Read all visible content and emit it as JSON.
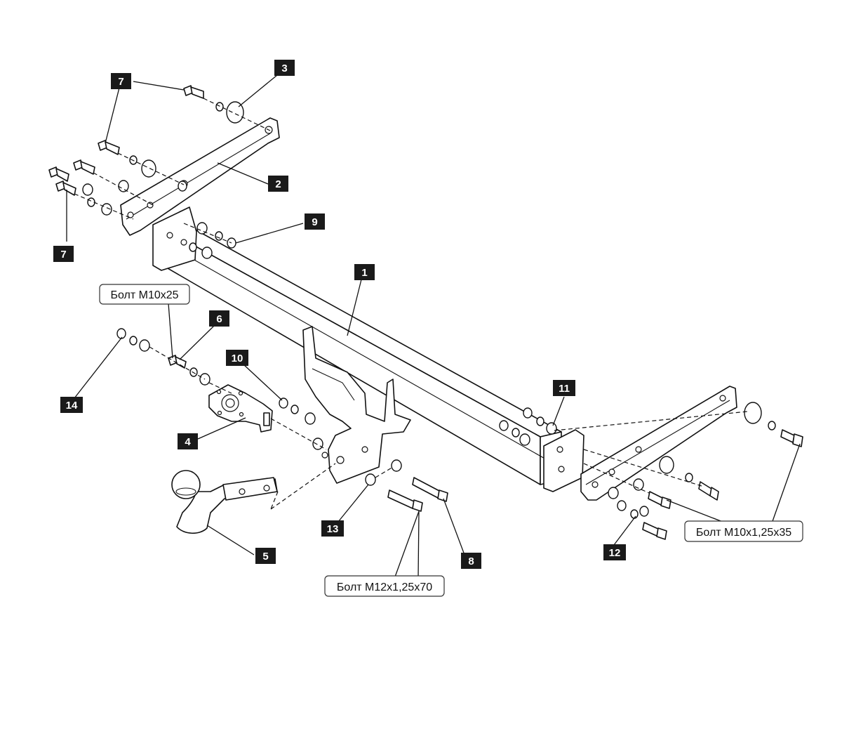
{
  "labels": {
    "p1": "1",
    "p2": "2",
    "p3": "3",
    "p4": "4",
    "p5": "5",
    "p6": "6",
    "p7a": "7",
    "p7b": "7",
    "p8": "8",
    "p9": "9",
    "p10": "10",
    "p11": "11",
    "p12": "12",
    "p13": "13",
    "p14": "14"
  },
  "callouts": {
    "bolt_m10x25": "Болт М10х25",
    "bolt_m12": "Болт М12х1,25х70",
    "bolt_m10x35": "Болт М10х1,25х35"
  },
  "colors": {
    "label_bg": "#1a1a1a",
    "label_text": "#ffffff",
    "line": "#111111"
  }
}
